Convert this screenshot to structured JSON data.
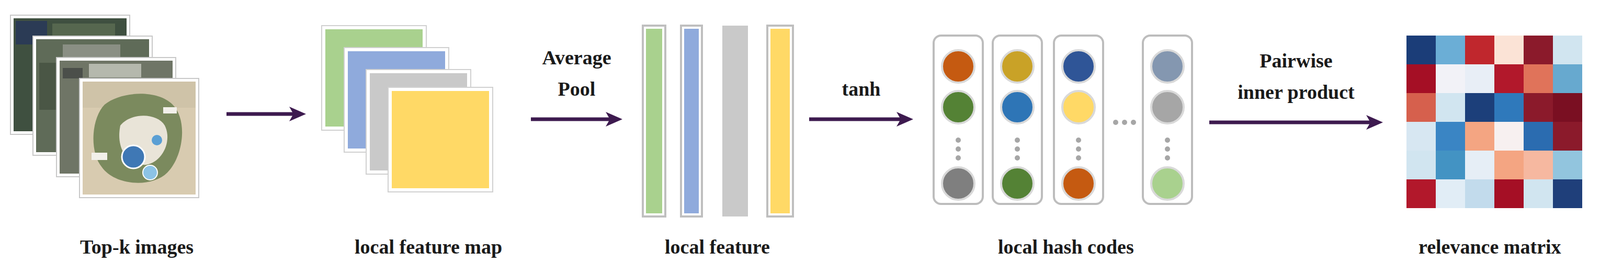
{
  "diagram": {
    "nodes": [
      {
        "text": [
          "Top-k images"
        ]
      },
      {
        "text": [
          "local feature map"
        ]
      },
      {
        "text": [
          "local feature"
        ]
      },
      {
        "text": [
          "local hash codes"
        ]
      },
      {
        "text": [
          "relevance matrix"
        ]
      }
    ],
    "edges": [
      {
        "from": 0,
        "to": 1,
        "arrow": "to"
      },
      {
        "from": 1,
        "to": 2,
        "label": "Average Pool",
        "arrow": "to"
      },
      {
        "from": 2,
        "to": 3,
        "label": "tanh",
        "arrow": "to"
      },
      {
        "from": 3,
        "to": 4,
        "label": "Pairwise inner product",
        "arrow": "to"
      }
    ]
  }
}
